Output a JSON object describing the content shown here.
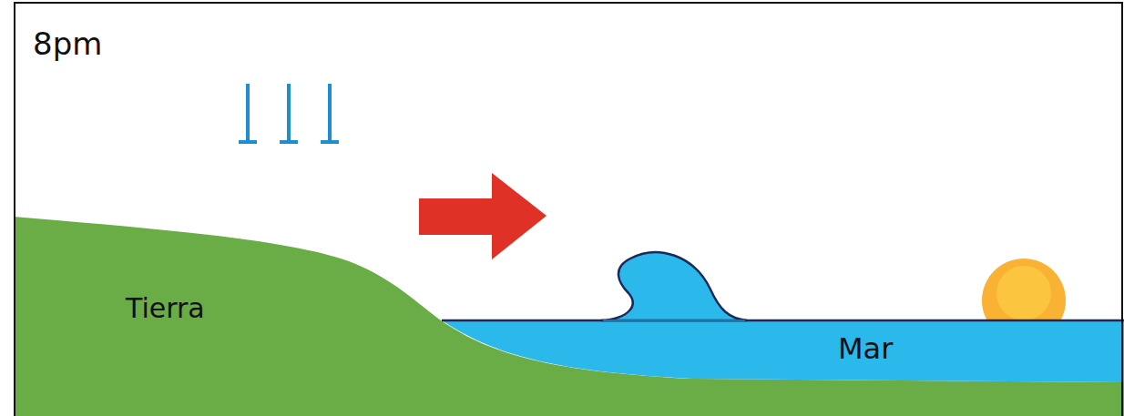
{
  "diagram": {
    "labels": [
      "8pm",
      "Tierra",
      "Mar"
    ]
  }
}
